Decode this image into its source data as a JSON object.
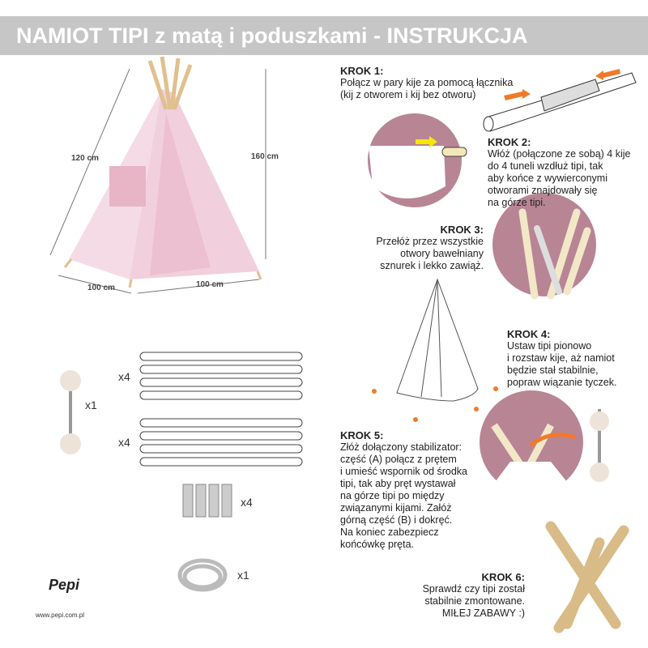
{
  "header": {
    "title": "NAMIOT TIPI z matą i poduszkami - INSTRUKCJA"
  },
  "dimensions": {
    "height_side": "120 cm",
    "height_total": "160 cm",
    "base_left": "100 cm",
    "base_right": "100 cm"
  },
  "parts": [
    {
      "name": "connector",
      "count": "x1"
    },
    {
      "name": "long-poles",
      "count": "x4"
    },
    {
      "name": "short-poles",
      "count": "x4"
    },
    {
      "name": "couplers",
      "count": "x4"
    },
    {
      "name": "rope",
      "count": "x1"
    }
  ],
  "steps": [
    {
      "title": "KROK 1:",
      "lines": [
        "Połącz w pary kije za pomocą łącznika",
        "(kij z otworem i kij bez otworu)"
      ]
    },
    {
      "title": "KROK 2:",
      "lines": [
        "Włóż (połączone ze sobą) 4 kije",
        "do 4 tuneli wzdłuż tipi, tak",
        "aby końce z wywierconymi",
        "otworami znajdowały się",
        "na górze tipi."
      ]
    },
    {
      "title": "KROK 3:",
      "lines": [
        "Przełóż przez wszystkie",
        "otwory bawełniany",
        "sznurek i lekko zawiąż."
      ]
    },
    {
      "title": "KROK 4:",
      "lines": [
        "Ustaw tipi pionowo",
        "i rozstaw kije, aż namiot",
        "będzie stał stabilnie,",
        "popraw wiązanie tyczek."
      ]
    },
    {
      "title": "KROK 5:",
      "lines": [
        "Złóż dołączony stabilizator:",
        "część (A) połącz z prętem",
        "i umieść wspornik od środka",
        "tipi, tak aby pręt wystawał",
        "na górze tipi po między",
        "związanymi kijami. Załóż",
        "górną część (B) i dokręć.",
        "Na koniec zabezpiecz",
        "końcówkę pręta."
      ]
    },
    {
      "title": "KROK 6:",
      "lines": [
        "Sprawdź czy tipi został",
        "stabilnie zmontowane.",
        "MIŁEJ ZABAWY :)"
      ]
    }
  ],
  "brand": {
    "logo": "Pepi",
    "url": "www.pepi.com.pl"
  },
  "colors": {
    "header": "#c6c6c6",
    "circle": "#b88595",
    "tent": "#f2cfdc",
    "arrow": "#f07a2a",
    "wood": "#e8d3a8"
  }
}
